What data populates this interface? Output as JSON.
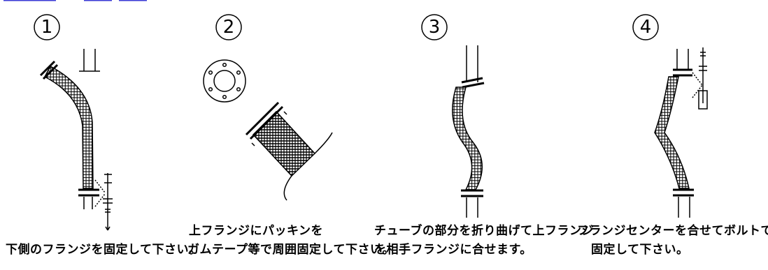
{
  "steps": [
    {
      "number": "1",
      "caption_lines": [
        "下側のフランジを固定して下さい。"
      ]
    },
    {
      "number": "2",
      "caption_lines": [
        "上フランジにパッキンを",
        "ガムテープ等で周囲固定して下さい。"
      ]
    },
    {
      "number": "3",
      "caption_lines": [
        "チューブの部分を折り曲げて上フランジ",
        "を相手フランジに合せます。"
      ]
    },
    {
      "number": "4",
      "caption_lines": [
        "フランジセンターを合せてボルトで",
        "固定して下さい。"
      ]
    }
  ],
  "colors": {
    "line": "#000000",
    "top_strip": "#3b3bd6"
  }
}
